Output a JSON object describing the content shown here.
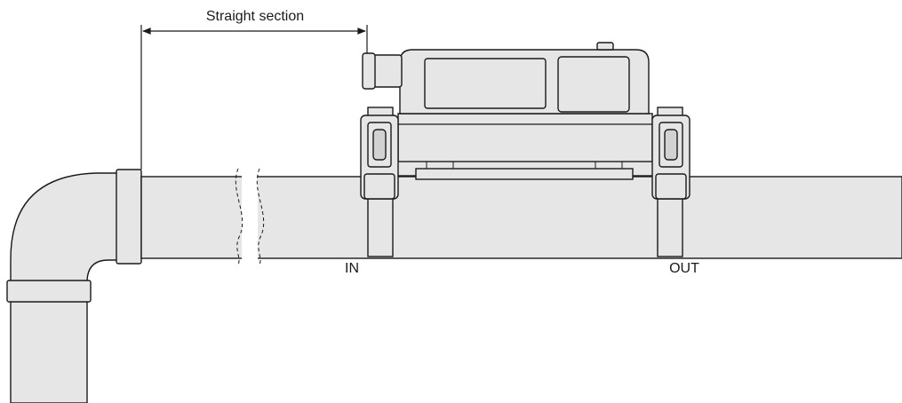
{
  "labels": {
    "straight_section": "Straight section",
    "inlet": "IN",
    "outlet": "OUT"
  },
  "colors": {
    "line": "#1a1a1a",
    "fill": "#e6e6e6",
    "background": "#ffffff"
  }
}
